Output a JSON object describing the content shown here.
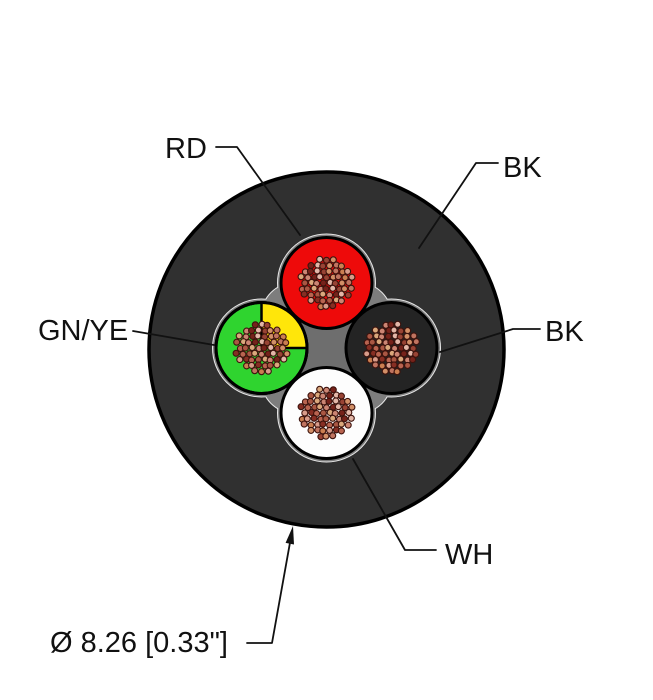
{
  "figure": {
    "kind": "cable-cross-section",
    "description": "4-conductor cable cross section with black outer jacket, gray filler, and stranded copper conductors"
  },
  "labels": {
    "rd": "RD",
    "bk_jacket": "BK",
    "gnye": "GN/YE",
    "bk_conductor": "BK",
    "wh": "WH",
    "diameter": "Ø 8.26 [0.33\"]"
  },
  "diagram": {
    "background": "#ffffff",
    "jacket_fill": "#303030",
    "jacket_outline": "#000000",
    "filler_fill": "#7d7d7d",
    "filler_center_fill": "#6e6e6e",
    "wrap_line_color": "#e8e8e8",
    "leader_color": "#111111",
    "strand_outline": "#3d130d",
    "strand_palette": [
      "#e3b7a8",
      "#d89c8a",
      "#cc8573",
      "#c07460",
      "#aa5743",
      "#984334",
      "#872e23",
      "#76221a",
      "#ca7e50",
      "#daa87c",
      "#d28f67",
      "#b96450"
    ],
    "conductors": [
      {
        "code": "RD",
        "name": "red conductor",
        "fill": "#ee0a0a",
        "outline": "#000000"
      },
      {
        "code": "GN/YE",
        "name": "green-yellow conductor",
        "fill": "#2fd42f",
        "wedge_fill": "#ffe60a",
        "outline": "#000000"
      },
      {
        "code": "BK",
        "name": "black conductor",
        "fill": "#242424",
        "outline": "#000000"
      },
      {
        "code": "WH",
        "name": "white conductor",
        "fill": "#fdfdfd",
        "outline": "#000000"
      }
    ]
  }
}
